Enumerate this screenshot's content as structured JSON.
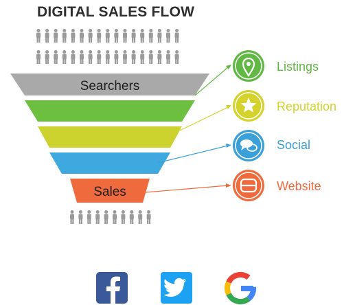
{
  "diagram": {
    "title": "DIGITAL SALES FLOW",
    "funnel": {
      "top_label": "Searchers",
      "bottom_label": "Sales",
      "band_colors": [
        "#a9a9a9",
        "#6dbf3f",
        "#ccd22e",
        "#3fa9df",
        "#ef6a3d"
      ],
      "people_color": "#9a9a9a"
    },
    "channels": [
      {
        "label": "Listings",
        "color": "#62b844",
        "icon": "map-pin-icon"
      },
      {
        "label": "Reputation",
        "color": "#d4d22b",
        "icon": "star-icon"
      },
      {
        "label": "Social",
        "color": "#3b9fd8",
        "icon": "chat-bubble-icon"
      },
      {
        "label": "Website",
        "color": "#ef6a3d",
        "icon": "website-icon"
      }
    ]
  },
  "social_links": [
    {
      "name": "facebook-icon",
      "color": "#3b5998"
    },
    {
      "name": "twitter-icon",
      "color": "#1da1f2"
    },
    {
      "name": "google-icon",
      "color": "#4285f4"
    }
  ]
}
